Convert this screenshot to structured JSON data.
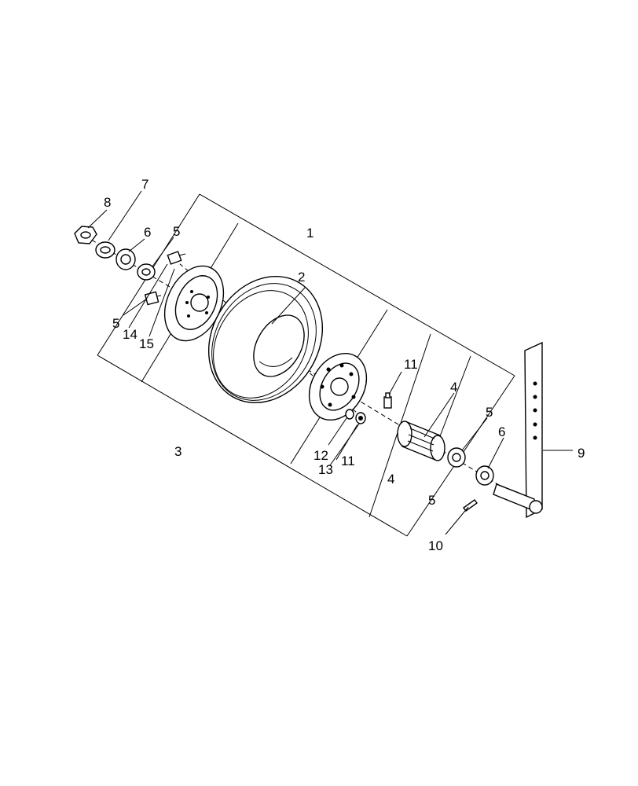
{
  "callouts": {
    "c1": "1",
    "c2": "2",
    "c3": "3",
    "c4a": "4",
    "c4b": "4",
    "c5a": "5",
    "c5b": "5",
    "c5c": "5",
    "c5d": "5",
    "c6a": "6",
    "c6b": "6",
    "c7": "7",
    "c8": "8",
    "c9": "9",
    "c10": "10",
    "c11a": "11",
    "c11b": "11",
    "c12": "12",
    "c13": "13",
    "c14": "14",
    "c15": "15"
  }
}
